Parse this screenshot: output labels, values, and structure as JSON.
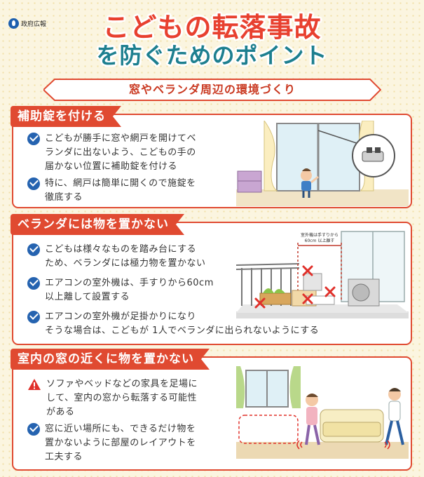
{
  "header": {
    "publisher": "政府広報",
    "title_line1": "こどもの転落事故",
    "title_line2": "を防ぐためのポイント",
    "subtitle": "窓やベランダ周辺の環境づくり"
  },
  "sections": [
    {
      "heading": "補助錠を付ける",
      "points": [
        {
          "icon": "check-icon",
          "line1": "こどもが勝手に窓や網戸を開けてベ",
          "line2": "ランダに出ないよう、こどもの手の",
          "line3": "届かない位置に補助錠を付ける"
        },
        {
          "icon": "check-icon",
          "line1": "特に、網戸は簡単に開くので施錠を",
          "line2": "徹底する"
        }
      ]
    },
    {
      "heading": "ベランダには物を置かない",
      "illustration_note": "室外機は手すりから60cm以上離す",
      "illustration_note_line1": "室外機は手すりから",
      "illustration_note_line2": "60cm 以上離す",
      "points": [
        {
          "icon": "check-icon",
          "line1": "こどもは様々なものを踏み台にする",
          "line2": "ため、ベランダには極力物を置かない"
        },
        {
          "icon": "check-icon",
          "line1": "エアコンの室外機は、手すりから60cm",
          "line2": "以上離して設置する"
        },
        {
          "icon": "check-icon",
          "line1": "エアコンの室外機が足掛かりになり",
          "line2": "そうな場合は、こどもが 1人でベランダに出られないようにする"
        }
      ]
    },
    {
      "heading": "室内の窓の近くに物を置かない",
      "points": [
        {
          "icon": "warning-icon",
          "line1": "ソファやベッドなどの家具を足場に",
          "line2": "して、室内の窓から転落する可能性",
          "line3": "がある"
        },
        {
          "icon": "check-icon",
          "line1": "窓に近い場所にも、できるだけ物を",
          "line2": "置かないように部屋のレイアウトを",
          "line3": "工夫する"
        }
      ]
    }
  ],
  "colors": {
    "accent_red": "#e04a31",
    "title_teal": "#1d7f8f",
    "check_blue": "#2563b0",
    "background": "#fbf5e0"
  }
}
